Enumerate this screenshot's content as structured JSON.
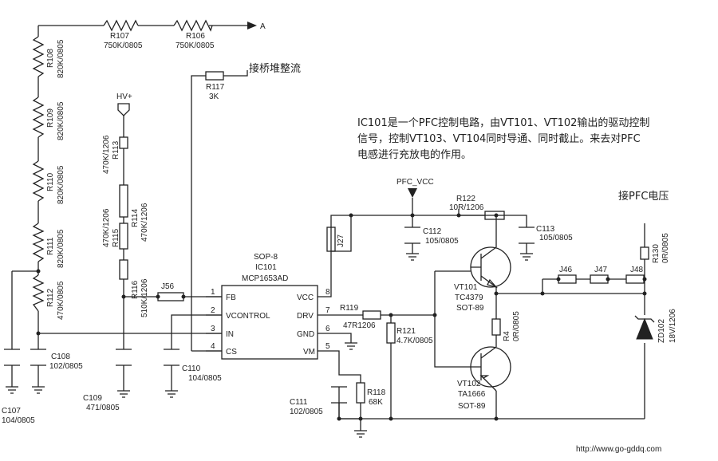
{
  "components": {
    "r107": {
      "ref": "R107",
      "value": "750K/0805"
    },
    "r106": {
      "ref": "R106",
      "value": "750K/0805"
    },
    "r108": {
      "ref": "R108",
      "value": "820K/0805"
    },
    "r109": {
      "ref": "R109",
      "value": "820K/0805"
    },
    "r110": {
      "ref": "R110",
      "value": "820K/0805"
    },
    "r111": {
      "ref": "R111",
      "value": "820K/0805"
    },
    "r112": {
      "ref": "R112",
      "value": "470K/0805"
    },
    "r113": {
      "ref": "R113",
      "value": "470K/1206"
    },
    "r114": {
      "ref": "R114",
      "value": "470K/1206"
    },
    "r115": {
      "ref": "R115",
      "value": "470K/1206"
    },
    "r116": {
      "ref": "R116",
      "value": "510K/1206"
    },
    "r117": {
      "ref": "R117",
      "value": "3K"
    },
    "r119": {
      "ref": "R119",
      "value": "47R1206"
    },
    "r121": {
      "ref": "R121",
      "value": "4.7K/0805"
    },
    "r122": {
      "ref": "R122",
      "value": "10R/1206"
    },
    "r118": {
      "ref": "R118",
      "value": "68K"
    },
    "r4": {
      "ref": "R4",
      "value": "0R/0805"
    },
    "r130": {
      "ref": "R130",
      "value": "0R/0805"
    },
    "c107": {
      "ref": "C107",
      "value": "104/0805"
    },
    "c108": {
      "ref": "C108",
      "value": "102/0805"
    },
    "c109": {
      "ref": "C109",
      "value": "471/0805"
    },
    "c110": {
      "ref": "C110",
      "value": "104/0805"
    },
    "c111": {
      "ref": "C111",
      "value": "102/0805"
    },
    "c112": {
      "ref": "C112",
      "value": "105/0805"
    },
    "c113": {
      "ref": "C113",
      "value": "105/0805"
    },
    "vt101": {
      "ref": "VT101",
      "part": "TC4379",
      "package": "SOT-89"
    },
    "vt102": {
      "ref": "VT102",
      "part": "TA1666",
      "package": "SOT-89"
    },
    "zd102": {
      "ref": "ZD102",
      "value": "18V/1206"
    },
    "j56": "J56",
    "j46": "J46",
    "j47": "J47",
    "j48": "J48",
    "j27": "J27"
  },
  "ic": {
    "package": "SOP-8",
    "ref": "IC101",
    "part": "MCP1653AD",
    "pins": {
      "fb": {
        "num": "1",
        "name": "FB"
      },
      "vcontrol": {
        "num": "2",
        "name": "VCONTROL"
      },
      "in": {
        "num": "3",
        "name": "IN"
      },
      "cs": {
        "num": "4",
        "name": "CS"
      },
      "vcc": {
        "num": "8",
        "name": "VCC"
      },
      "drv": {
        "num": "7",
        "name": "DRV"
      },
      "gnd": {
        "num": "6",
        "name": "GND"
      },
      "vm": {
        "num": "5",
        "name": "VM"
      }
    }
  },
  "nets": {
    "a": "A",
    "hv": "HV+",
    "pfc_vcc": "PFC_VCC"
  },
  "annotations": {
    "bridge": "接桥堆整流",
    "pfc_out": "接PFC电压",
    "description": [
      "IC101是一个PFC控制电路，由VT101、VT102输出的驱动控制",
      "信号，控制VT103、VT104同时导通、同时截止。来去对PFC",
      "电感进行充放电的作用。"
    ],
    "url": "http://www.go-gddq.com"
  }
}
